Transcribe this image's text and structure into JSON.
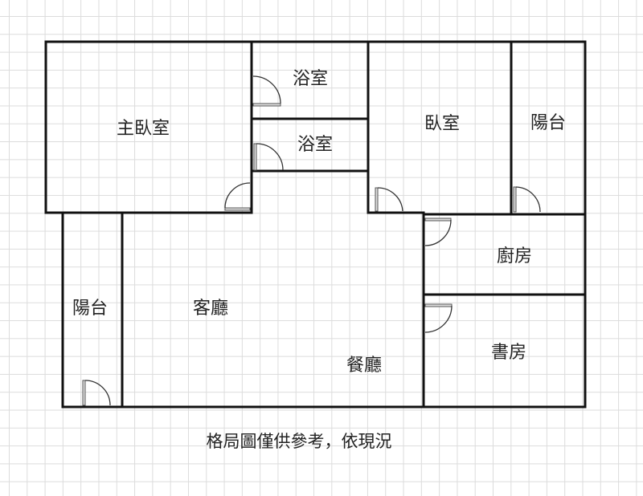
{
  "rooms": {
    "master_bedroom": "主臥室",
    "bathroom_1": "浴室",
    "bathroom_2": "浴室",
    "bedroom": "臥室",
    "balcony_right": "陽台",
    "balcony_left": "陽台",
    "living_room": "客廳",
    "dining_room": "餐廳",
    "kitchen": "廚房",
    "study": "書房"
  },
  "caption": "格局圖僅供參考，依現況"
}
